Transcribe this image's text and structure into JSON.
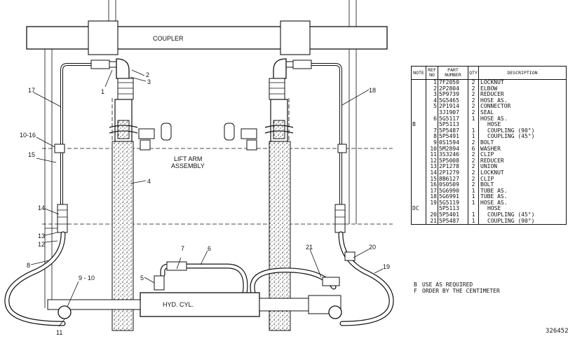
{
  "diagram": {
    "coupler_label": "COUPLER",
    "lift_arm_label_line1": "LIFT ARM",
    "lift_arm_label_line2": "ASSEMBLY",
    "cylinder_label": "HYD. CYL.",
    "callouts": [
      "1",
      "2",
      "3",
      "4",
      "5",
      "6",
      "7",
      "8",
      "9 - 10",
      "11",
      "12",
      "13",
      "14",
      "15",
      "10-16",
      "17",
      "18",
      "19",
      "20",
      "21"
    ]
  },
  "table": {
    "headers": [
      "NOTE",
      "REF NO",
      "PART NUMBER",
      "QTY",
      "DESCRIPTION"
    ],
    "rows": [
      {
        "note": "",
        "ref": "1",
        "part": "7F2050",
        "qty": "2",
        "desc": "LOCKNUT",
        "sub": false
      },
      {
        "note": "",
        "ref": "2",
        "part": "2P2804",
        "qty": "2",
        "desc": "ELBOW",
        "sub": false
      },
      {
        "note": "",
        "ref": "3",
        "part": "5P9739",
        "qty": "2",
        "desc": "REDUCER",
        "sub": false
      },
      {
        "note": "",
        "ref": "4",
        "part": "5G5465",
        "qty": "2",
        "desc": "HOSE AS.",
        "sub": false
      },
      {
        "note": "",
        "ref": "5",
        "part": "2P1914",
        "qty": "2",
        "desc": "CONNECTOR",
        "sub": false
      },
      {
        "note": "",
        "ref": "",
        "part": "3J1907",
        "qty": "2",
        "desc": "SEAL",
        "sub": false
      },
      {
        "note": "",
        "ref": "6",
        "part": "5G5117",
        "qty": "1",
        "desc": "HOSE AS.",
        "sub": false
      },
      {
        "note": "B",
        "ref": "",
        "part": "5P5113",
        "qty": "",
        "desc": "HOSE",
        "sub": true
      },
      {
        "note": "",
        "ref": "7",
        "part": "5P5487",
        "qty": "1",
        "desc": "COUPLING (90°)",
        "sub": true
      },
      {
        "note": "",
        "ref": "8",
        "part": "5P5491",
        "qty": "1",
        "desc": "COUPLING (45°)",
        "sub": true
      },
      {
        "note": "",
        "ref": "9",
        "part": "0S1594",
        "qty": "2",
        "desc": "BOLT",
        "sub": false
      },
      {
        "note": "",
        "ref": "10",
        "part": "5M2894",
        "qty": "6",
        "desc": "WASHER",
        "sub": false
      },
      {
        "note": "",
        "ref": "11",
        "part": "3S3246",
        "qty": "2",
        "desc": "CLIP",
        "sub": false
      },
      {
        "note": "",
        "ref": "12",
        "part": "5P5008",
        "qty": "2",
        "desc": "REDUCER",
        "sub": false
      },
      {
        "note": "",
        "ref": "13",
        "part": "2P1278",
        "qty": "2",
        "desc": "UNION",
        "sub": false
      },
      {
        "note": "",
        "ref": "14",
        "part": "2P1279",
        "qty": "2",
        "desc": "LOCKNUT",
        "sub": false
      },
      {
        "note": "",
        "ref": "15",
        "part": "8B6127",
        "qty": "2",
        "desc": "CLIP",
        "sub": false
      },
      {
        "note": "",
        "ref": "16",
        "part": "0S0509",
        "qty": "2",
        "desc": "BOLT",
        "sub": false
      },
      {
        "note": "",
        "ref": "17",
        "part": "5G6990",
        "qty": "1",
        "desc": "TUBE AS.",
        "sub": false
      },
      {
        "note": "",
        "ref": "18",
        "part": "5G6991",
        "qty": "1",
        "desc": "TUBE AS.",
        "sub": false
      },
      {
        "note": "",
        "ref": "19",
        "part": "5G5119",
        "qty": "1",
        "desc": "HOSE AS.",
        "sub": false
      },
      {
        "note": "DC",
        "ref": "",
        "part": "5P5113",
        "qty": "",
        "desc": "HOSE",
        "sub": true
      },
      {
        "note": "",
        "ref": "20",
        "part": "5P5401",
        "qty": "1",
        "desc": "COUPLING (45°)",
        "sub": true
      },
      {
        "note": "",
        "ref": "21",
        "part": "5P5487",
        "qty": "1",
        "desc": "COUPLING (90°)",
        "sub": true
      }
    ]
  },
  "notes": [
    {
      "key": "B",
      "text": "USE AS REQUIRED"
    },
    {
      "key": "F",
      "text": "ORDER BY THE CENTIMETER"
    }
  ],
  "figure_number": "326452"
}
